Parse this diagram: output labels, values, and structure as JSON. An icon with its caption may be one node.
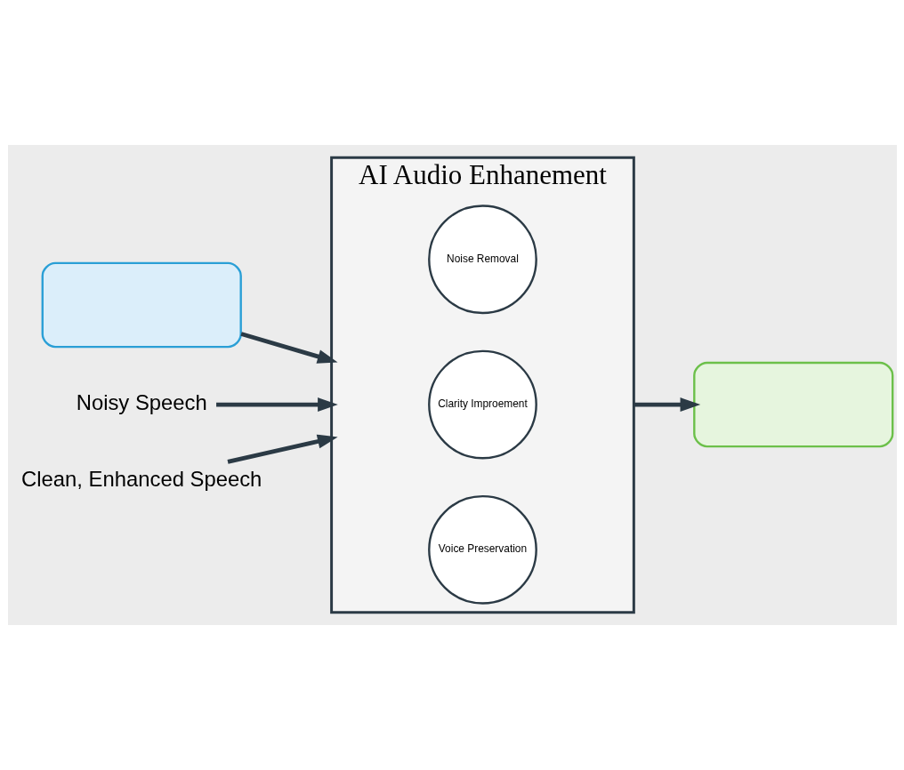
{
  "diagram": {
    "nodes": [
      {
        "text": [],
        "shape": "box"
      },
      {
        "text": [
          "Noisy Speech"
        ]
      },
      {
        "text": [
          "AI Audio Enhanement"
        ]
      },
      {
        "text": [
          "Noise Removal"
        ],
        "in": 2
      },
      {
        "text": [
          "Clarity Improement"
        ],
        "in": 2
      },
      {
        "text": [
          "Voice Preservation"
        ],
        "in": 2
      },
      {
        "text": [],
        "shape": "box"
      },
      {
        "text": [
          "Clean, Enhanced Speech"
        ]
      }
    ],
    "edges": [
      {
        "from": 0,
        "to": 2,
        "arrow": "to"
      },
      {
        "from": 1,
        "to": 2,
        "arrow": "to"
      },
      {
        "from": 2,
        "to": 6,
        "arrow": "to"
      },
      {
        "from": 7,
        "to": 2,
        "arrow": "to"
      }
    ]
  }
}
